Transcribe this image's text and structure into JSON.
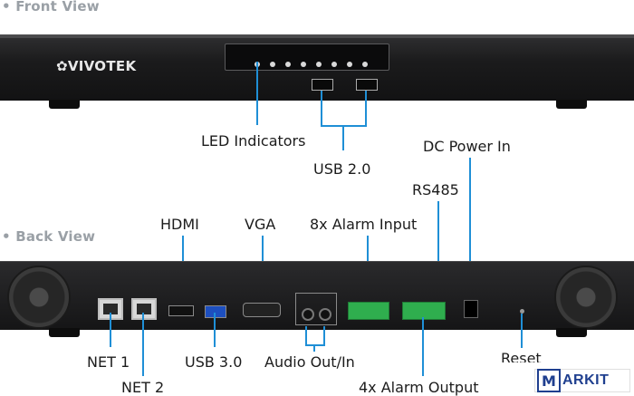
{
  "front": {
    "title": "Front View",
    "brand": "VIVOTEK",
    "labels": {
      "led": "LED Indicators",
      "usb20": "USB 2.0"
    }
  },
  "back": {
    "title": "Back View",
    "labels": {
      "dc_power": "DC Power In",
      "rs485": "RS485",
      "hdmi": "HDMI",
      "vga": "VGA",
      "alarm_in": "8x Alarm Input",
      "net1": "NET 1",
      "net2": "NET 2",
      "usb30": "USB 3.0",
      "audio": "Audio Out/In",
      "reset": "Reset",
      "alarm_out": "4x Alarm Output"
    }
  },
  "colors": {
    "callout_line": "#1f8fd6",
    "alarm_terminal": "#2fae4e"
  },
  "watermark": {
    "letter": "M",
    "text": "ARKIT"
  }
}
